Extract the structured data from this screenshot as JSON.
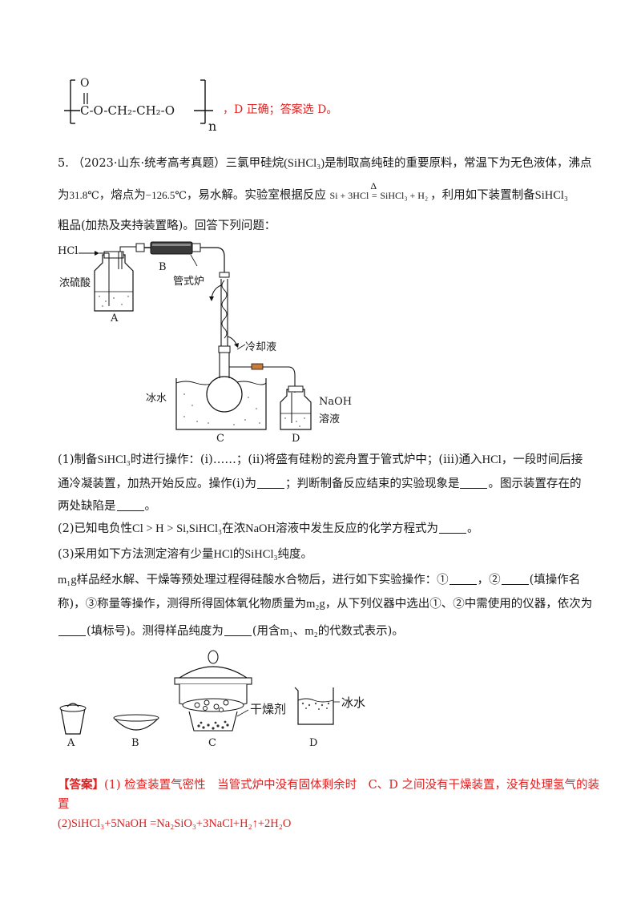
{
  "polymer": {
    "o_top": "O",
    "chain": "C-O-CH₂-CH₂-O",
    "subscript_n": "n",
    "conclusion": "，D 正确；答案选 D。"
  },
  "question": {
    "number": "5.",
    "source": "（2023·山东·统考高考真题）",
    "line1_a": "三氯甲硅烷",
    "line1_formula": "(SiHCl₃)",
    "line1_b": "是制取高纯硅的重要原料，常温下为无色液体，沸点",
    "line2_a": "为",
    "bp": "31.8℃",
    "line2_b": "，熔点为",
    "mp": "−126.5℃",
    "line2_c": "，易水解。实验室根据反应",
    "reaction_left": "Si + 3HCl",
    "reaction_delta": "Δ",
    "reaction_right": "SiHCl₃ + H₂",
    "line2_d": "，利用如下装置制备",
    "line2_e": "SiHCl₃",
    "line3": "粗品(加热及夹持装置略)。回答下列问题："
  },
  "apparatus1": {
    "hcl": "HCl",
    "b": "B",
    "furnace": "管式炉",
    "acid": "浓硫酸",
    "a": "A",
    "coolant": "冷却液",
    "ice_water": "冰水",
    "naoh": "NaOH",
    "solution": "溶液",
    "c": "C",
    "d": "D"
  },
  "sub1": {
    "l1_a": "(1)制备",
    "l1_f": "SiHCl₃",
    "l1_b": "时进行操作：(ⅰ)……；(ⅱ)将盛有硅粉的瓷舟置于管式炉中；(ⅲ)通入",
    "l1_c": "HCl",
    "l1_d": "，一段时间后接",
    "l2_a": "通冷凝装置，加热开始反应。操作(ⅰ)为",
    "l2_b": "；判断制备反应结束的实验现象是",
    "l2_c": "。图示装置存在的",
    "l3_a": "两处缺陷是",
    "l3_b": "。"
  },
  "sub2": {
    "a": "(2)已知电负性",
    "f": "Cl > H > Si,SiHCl₃",
    "b": "在浓",
    "c": "NaOH",
    "d": "溶液中发生反应的化学方程式为",
    "e": "。"
  },
  "sub3": {
    "a": "(3)采用如下方法测定溶有少量",
    "b": "HCl",
    "c": "的",
    "f": "SiHCl₃",
    "d": "纯度。",
    "l2_m": "m₁g",
    "l2_a": "样品经水解、干燥等预处理过程得硅酸水合物后，进行如下实验操作：①",
    "l2_b": "，②",
    "l2_c": "(填操作名",
    "l3_a": "称)，③称量等操作，测得所得固体氧化物质量为",
    "l3_m": "m₂g",
    "l3_b": "，从下列仪器中选出①、②中需使用的仪器，依次为",
    "l4_a": "(填标号)。测得样品纯度为",
    "l4_b": "(用含",
    "l4_m1": "m₁",
    "l4_sep": "、",
    "l4_m2": "m₂",
    "l4_c": "的代数式表示)。"
  },
  "apparatus2": {
    "a": "A",
    "b": "B",
    "c": "C",
    "d": "D",
    "desiccant": "干燥剂",
    "ice_water": "冰水"
  },
  "answer": {
    "tag": "【答案】",
    "l1": "(1) 检查装置气密性　当管式炉中没有固体剩余时　C、D 之间没有干燥装置，没有处理氢气的装",
    "l1b": "置",
    "l2": "(2)SiHCl₃+5NaOH =Na₂SiO₃+3NaCl+H₂↑+2H₂O"
  }
}
